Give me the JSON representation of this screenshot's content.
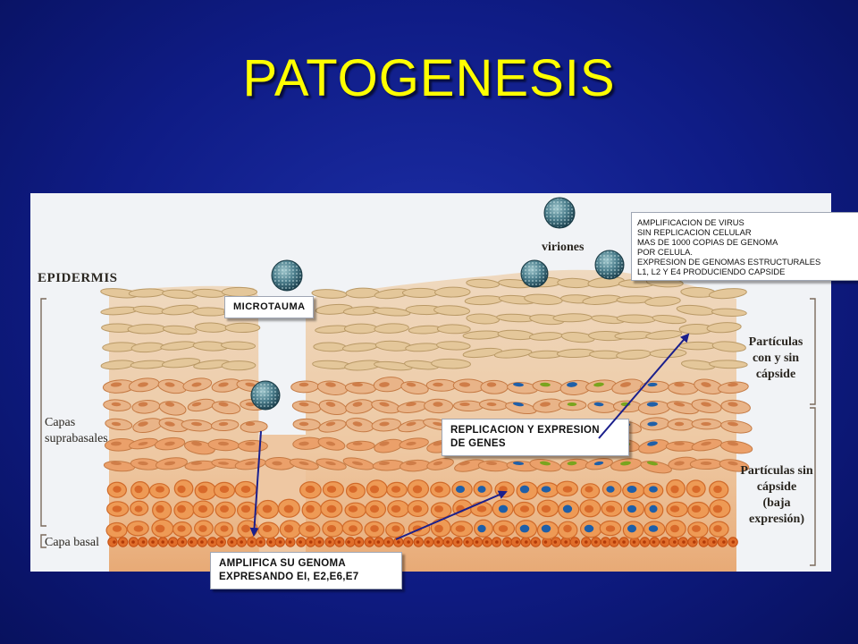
{
  "title": "PATOGENESIS",
  "figure_labels": {
    "epidermis": "EPIDERMIS",
    "viriones": "viriones",
    "suprabasal": [
      "Capas",
      "suprabasales"
    ],
    "basal": "Capa basal",
    "particles_with_without": [
      "Partículas",
      "con y sin",
      "cápside"
    ],
    "particles_without": [
      "Partículas sin",
      "cápside",
      "(baja",
      "expresión)"
    ]
  },
  "callouts": {
    "virus_amplification": [
      "AMPLIFICACION DE VIRUS",
      "SIN REPLICACION CELULAR",
      "MAS DE 1000 COPIAS DE GENOMA",
      "POR CELULA.",
      "EXPRESION DE GENOMAS ESTRUCTURALES",
      "L1, L2 Y E4 PRODUCIENDO CAPSIDE"
    ],
    "microtrauma": "MICROTAUMA",
    "replication": [
      "REPLICACION Y EXPRESION",
      "DE GENES"
    ],
    "amplify_genome": [
      "AMPLIFICA SU GENOMA",
      "EXPRESANDO EI, E2,E6,E7"
    ]
  },
  "colors": {
    "background": "#0f1c86",
    "title": "#ffff00",
    "arrow": "#1a1f8c",
    "nucleus_blue": "#1f5fa8",
    "nucleus_green": "#7aa41e"
  }
}
